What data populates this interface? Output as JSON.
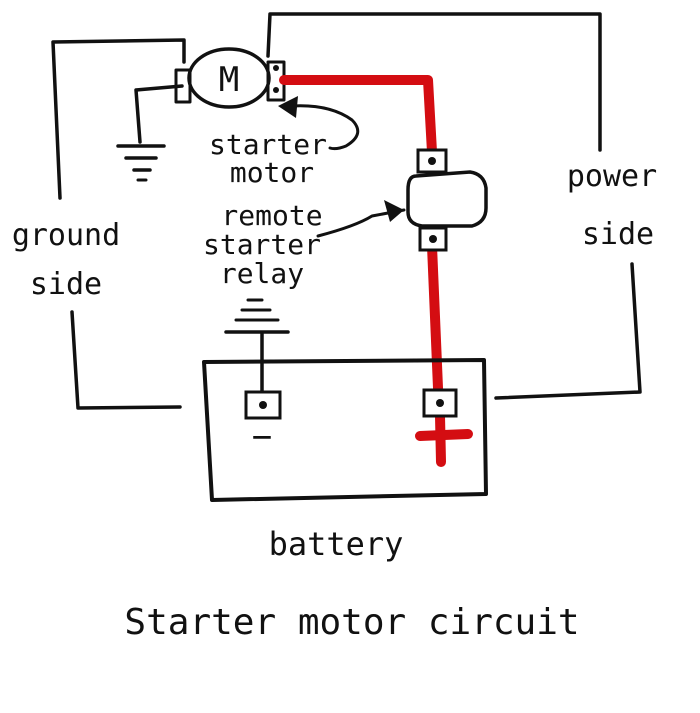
{
  "labels": {
    "motor_symbol": "M",
    "starter_motor_line1": "starter",
    "starter_motor_line2": "motor",
    "relay_line1": "remote",
    "relay_line2": "starter",
    "relay_line3": "relay",
    "ground_line1": "ground",
    "ground_line2": "side",
    "power_line1": "power",
    "power_line2": "side",
    "negative_sign": "−",
    "positive_sign": "+",
    "battery": "battery",
    "title": "Starter motor circuit"
  },
  "colors": {
    "ink": "#111111",
    "positive_wire": "#d40d12",
    "background": "#ffffff"
  }
}
